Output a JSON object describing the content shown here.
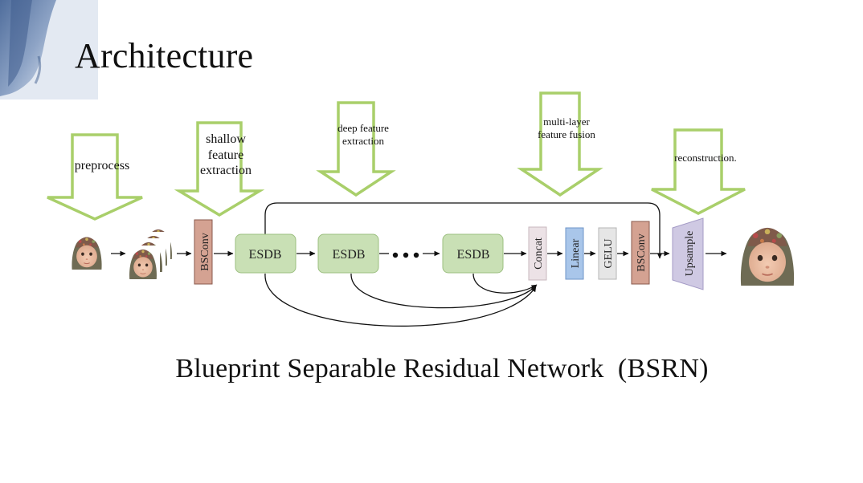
{
  "slide": {
    "title": "Architecture",
    "caption": "Blueprint Separable Residual Network  (BSRN)"
  },
  "stages": [
    {
      "id": "preprocess",
      "lines": [
        "preprocess"
      ]
    },
    {
      "id": "shallow",
      "lines": [
        "shallow",
        "feature",
        "extraction"
      ]
    },
    {
      "id": "deep",
      "lines": [
        "deep feature",
        "extraction"
      ]
    },
    {
      "id": "fusion",
      "lines": [
        "multi-layer",
        "feature fusion"
      ]
    },
    {
      "id": "reconstruction",
      "lines": [
        "reconstruction."
      ]
    }
  ],
  "blocks": {
    "bsconv_1": "BSConv",
    "esdb_1": "ESDB",
    "esdb_2": "ESDB",
    "esdb_3": "ESDB",
    "concat": "Concat",
    "linear": "Linear",
    "gelu": "GELU",
    "bsconv_2": "BSConv",
    "upsample": "Upsample"
  },
  "colors": {
    "stage_arrow": "#a9cf6a",
    "bsconv": "#d4a292",
    "esdb": "#c9e0b5",
    "concat": "#ece2e6",
    "linear": "#a9c6ea",
    "gelu": "#e6e6e6",
    "upsample": "#cfc9e3",
    "corner_art": "#7b93b8"
  }
}
